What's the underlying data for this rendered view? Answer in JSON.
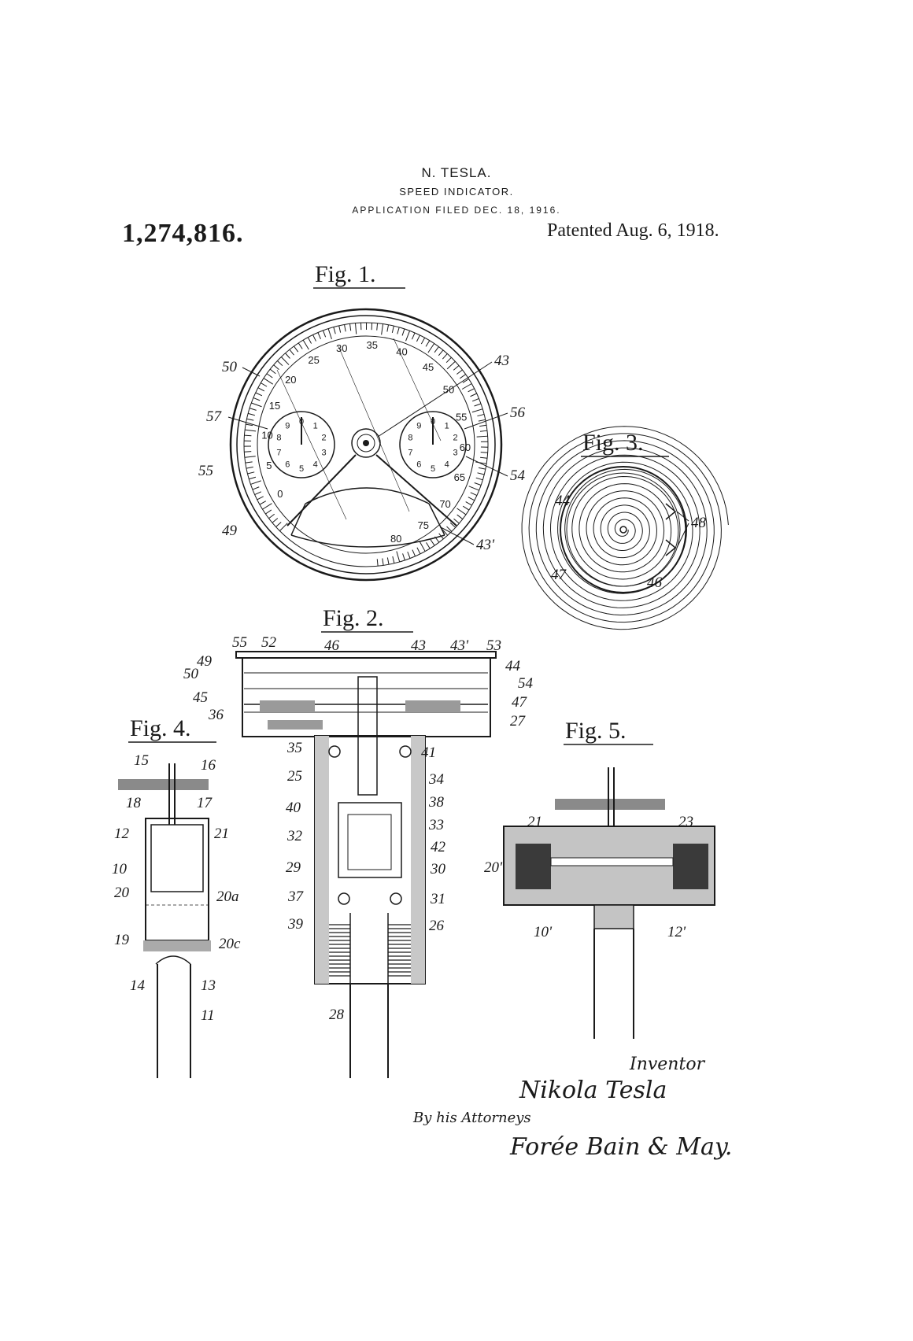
{
  "header": {
    "inventor": "N. TESLA.",
    "title": "SPEED INDICATOR.",
    "filed": "APPLICATION FILED DEC. 18, 1916.",
    "patent_number": "1,274,816.",
    "patented": "Patented Aug. 6, 1918."
  },
  "figures": {
    "fig1": {
      "label": "Fig. 1.",
      "dial_numbers": [
        "0",
        "5",
        "10",
        "15",
        "20",
        "25",
        "30",
        "35",
        "40",
        "45",
        "50",
        "55",
        "60",
        "65",
        "70",
        "75",
        "80"
      ],
      "subdial_numbers": [
        "1",
        "2",
        "3",
        "4",
        "5",
        "6",
        "7",
        "8",
        "9",
        "0"
      ],
      "refs": [
        "50",
        "57",
        "55",
        "49",
        "43",
        "56",
        "54",
        "43'"
      ]
    },
    "fig2": {
      "label": "Fig. 2.",
      "refs": [
        "55",
        "52",
        "46",
        "43",
        "43'",
        "53",
        "49",
        "50",
        "44",
        "54",
        "45",
        "47",
        "36",
        "27",
        "35",
        "41",
        "25",
        "34",
        "38",
        "40",
        "33",
        "32",
        "42",
        "29",
        "30",
        "37",
        "31",
        "39",
        "26",
        "28"
      ]
    },
    "fig3": {
      "label": "Fig. 3.",
      "refs": [
        "44",
        "48",
        "47",
        "46"
      ]
    },
    "fig4": {
      "label": "Fig. 4.",
      "refs": [
        "15",
        "16",
        "18",
        "17",
        "12",
        "21",
        "10",
        "20",
        "20a",
        "19",
        "20c",
        "14",
        "13",
        "11"
      ]
    },
    "fig5": {
      "label": "Fig. 5.",
      "refs": [
        "21",
        "23",
        "20'",
        "10'",
        "12'"
      ]
    }
  },
  "signature": {
    "inventor_label": "Inventor",
    "name": "Nikola Tesla",
    "by": "By his Attorneys",
    "attorneys": "Forée Bain & May."
  }
}
